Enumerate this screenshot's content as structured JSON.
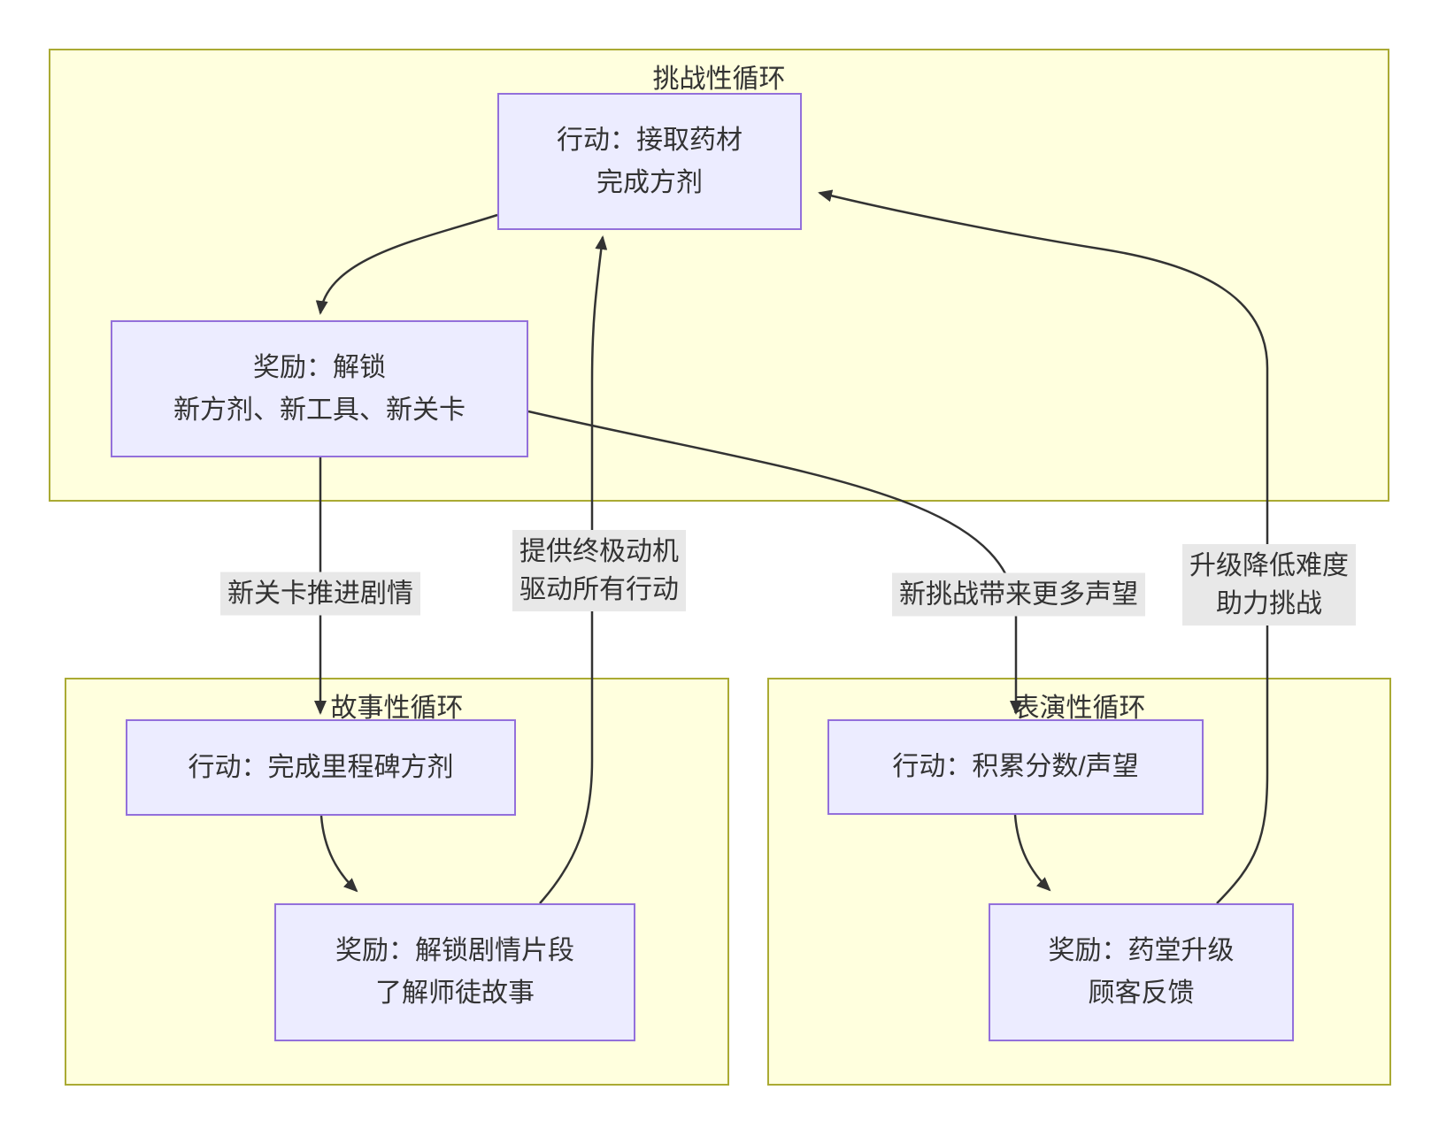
{
  "diagram": {
    "clusters": {
      "challenge": {
        "title": "挑战性循环"
      },
      "story": {
        "title": "故事性循环"
      },
      "performance": {
        "title": "表演性循环"
      }
    },
    "nodes": {
      "challenge_action": {
        "line1": "行动：接取药材",
        "line2": "完成方剂"
      },
      "challenge_reward": {
        "line1": "奖励：解锁",
        "line2": "新方剂、新工具、新关卡"
      },
      "story_action": {
        "line1": "行动：完成里程碑方剂"
      },
      "story_reward": {
        "line1": "奖励：解锁剧情片段",
        "line2": "了解师徒故事"
      },
      "performance_action": {
        "line1": "行动：积累分数/声望"
      },
      "performance_reward": {
        "line1": "奖励：药堂升级",
        "line2": "顾客反馈"
      }
    },
    "edge_labels": {
      "new_level_plot": {
        "line1": "新关卡推进剧情"
      },
      "ultimate_motivation": {
        "line1": "提供终极动机",
        "line2": "驱动所有行动"
      },
      "challenge_reputation": {
        "line1": "新挑战带来更多声望"
      },
      "upgrade_difficulty": {
        "line1": "升级降低难度",
        "line2": "助力挑战"
      }
    },
    "colors": {
      "cluster_fill": "#ffffde",
      "cluster_border": "#aaaa33",
      "node_fill": "#ececff",
      "node_border": "#9370db",
      "edge": "#333333",
      "edge_label_bg": "#e8e8e8",
      "text": "#333333"
    }
  }
}
